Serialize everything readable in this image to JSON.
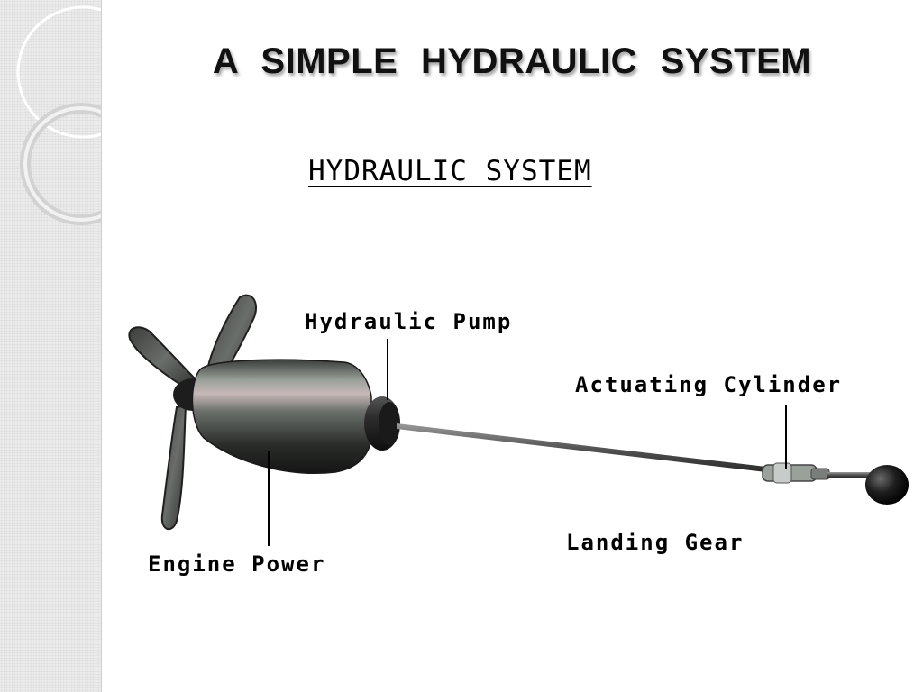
{
  "slide": {
    "title": "A   SIMPLE   HYDRAULIC   SYSTEM"
  },
  "diagram": {
    "heading": "HYDRAULIC SYSTEM",
    "labels": {
      "hydraulic_pump": "Hydraulic Pump",
      "actuating_cylinder": "Actuating Cylinder",
      "landing_gear": "Landing Gear",
      "engine_power": "Engine Power"
    }
  },
  "colors": {
    "text": "#000000",
    "band": "#ebebeb",
    "metal_dark": "#2e2e2e",
    "metal_light": "#8a8f8a"
  },
  "icons": {
    "propeller": "propeller-icon",
    "pump_housing": "pump-housing-icon",
    "landing_wheel": "landing-wheel-icon"
  }
}
